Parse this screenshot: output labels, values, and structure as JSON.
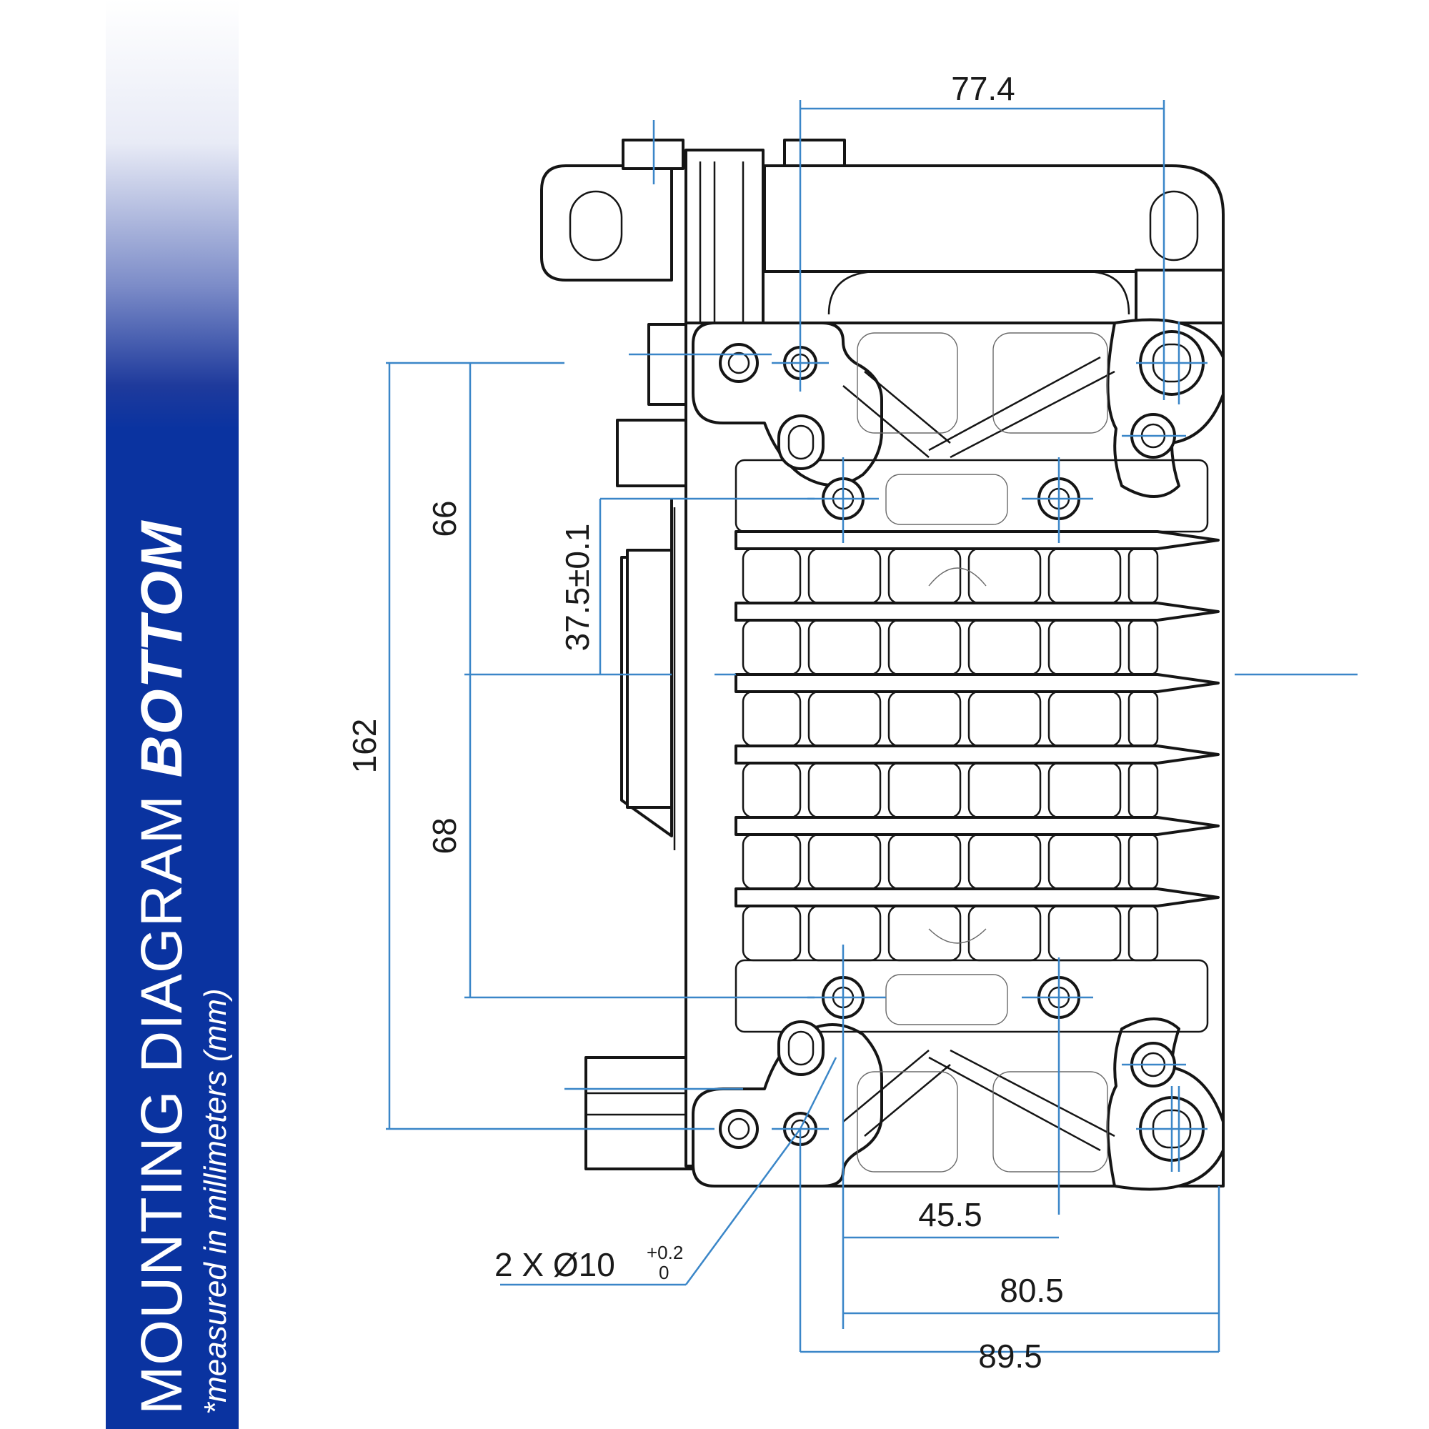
{
  "banner": {
    "title": "MOUNTING DIAGRAM",
    "title_emphasis": "BOTTOM",
    "subtitle": "*measured in millimeters (mm)"
  },
  "colors": {
    "banner": "#0a33a0",
    "dimension_line": "#3a86c8",
    "outline": "#151515"
  },
  "dimensions": {
    "top_width": "77.4",
    "left_total": "162",
    "left_upper": "66",
    "left_lower": "68",
    "center_offset": "37.5±0.1",
    "bottom_inner": "45.5",
    "bottom_middle": "80.5",
    "bottom_outer": "89.5",
    "hole_callout": "2 X Ø10",
    "hole_tol_upper": "+0.2",
    "hole_tol_lower": "0"
  }
}
